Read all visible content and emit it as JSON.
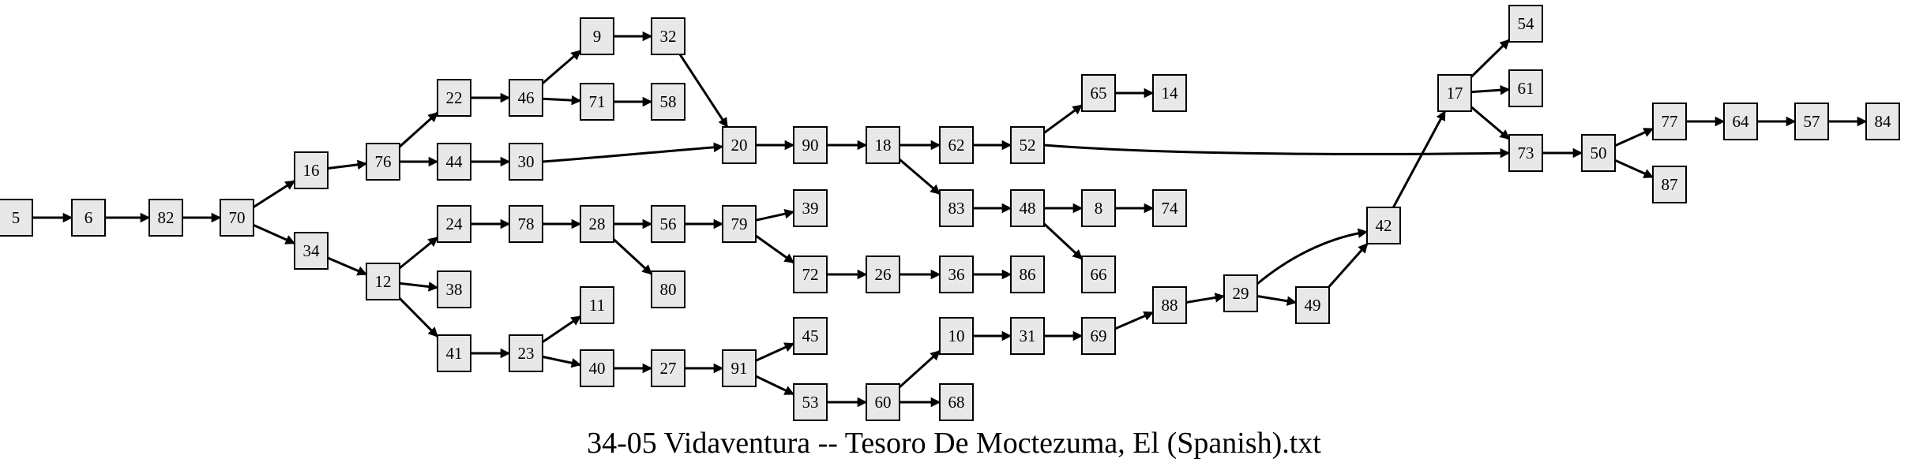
{
  "title": "34-05 Vidaventura -- Tesoro De Moctezuma, El (Spanish).txt",
  "nodes": [
    "5",
    "6",
    "82",
    "70",
    "16",
    "34",
    "76",
    "12",
    "22",
    "44",
    "24",
    "38",
    "41",
    "46",
    "30",
    "78",
    "23",
    "9",
    "71",
    "28",
    "11",
    "40",
    "32",
    "58",
    "56",
    "80",
    "27",
    "20",
    "79",
    "91",
    "90",
    "39",
    "72",
    "45",
    "53",
    "18",
    "26",
    "60",
    "62",
    "83",
    "36",
    "10",
    "68",
    "52",
    "48",
    "86",
    "31",
    "65",
    "8",
    "66",
    "69",
    "14",
    "74",
    "88",
    "29",
    "49",
    "42",
    "17",
    "54",
    "61",
    "73",
    "50",
    "77",
    "87",
    "64",
    "57",
    "84"
  ],
  "edges": [
    [
      "5",
      "6"
    ],
    [
      "6",
      "82"
    ],
    [
      "82",
      "70"
    ],
    [
      "70",
      "16"
    ],
    [
      "70",
      "34"
    ],
    [
      "16",
      "76"
    ],
    [
      "34",
      "12"
    ],
    [
      "76",
      "22"
    ],
    [
      "76",
      "44"
    ],
    [
      "12",
      "24"
    ],
    [
      "12",
      "38"
    ],
    [
      "12",
      "41"
    ],
    [
      "22",
      "46"
    ],
    [
      "44",
      "30"
    ],
    [
      "24",
      "78"
    ],
    [
      "41",
      "23"
    ],
    [
      "46",
      "9"
    ],
    [
      "46",
      "71"
    ],
    [
      "30",
      "20"
    ],
    [
      "78",
      "28"
    ],
    [
      "23",
      "11"
    ],
    [
      "23",
      "40"
    ],
    [
      "9",
      "32"
    ],
    [
      "71",
      "58"
    ],
    [
      "28",
      "56"
    ],
    [
      "28",
      "80"
    ],
    [
      "40",
      "27"
    ],
    [
      "32",
      "20"
    ],
    [
      "56",
      "79"
    ],
    [
      "27",
      "91"
    ],
    [
      "20",
      "90"
    ],
    [
      "79",
      "39"
    ],
    [
      "79",
      "72"
    ],
    [
      "91",
      "45"
    ],
    [
      "91",
      "53"
    ],
    [
      "90",
      "18"
    ],
    [
      "72",
      "26"
    ],
    [
      "53",
      "60"
    ],
    [
      "18",
      "62"
    ],
    [
      "18",
      "83"
    ],
    [
      "26",
      "36"
    ],
    [
      "60",
      "10"
    ],
    [
      "60",
      "68"
    ],
    [
      "62",
      "52"
    ],
    [
      "83",
      "48"
    ],
    [
      "36",
      "86"
    ],
    [
      "10",
      "31"
    ],
    [
      "52",
      "65"
    ],
    [
      "52",
      "73"
    ],
    [
      "48",
      "8"
    ],
    [
      "48",
      "66"
    ],
    [
      "31",
      "69"
    ],
    [
      "65",
      "14"
    ],
    [
      "8",
      "74"
    ],
    [
      "69",
      "88"
    ],
    [
      "88",
      "29"
    ],
    [
      "29",
      "42"
    ],
    [
      "29",
      "49"
    ],
    [
      "49",
      "42"
    ],
    [
      "42",
      "17"
    ],
    [
      "17",
      "54"
    ],
    [
      "17",
      "61"
    ],
    [
      "17",
      "73"
    ],
    [
      "73",
      "50"
    ],
    [
      "50",
      "77"
    ],
    [
      "50",
      "87"
    ],
    [
      "77",
      "64"
    ],
    [
      "64",
      "57"
    ],
    [
      "57",
      "84"
    ]
  ]
}
